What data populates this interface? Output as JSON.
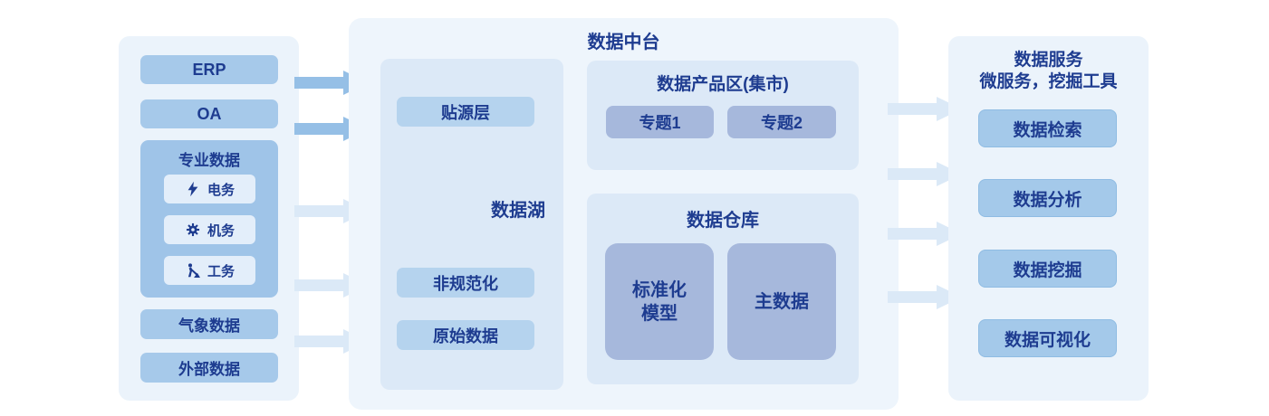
{
  "diagram_title": "数据中台",
  "colors": {
    "text_navy": "#1e3c90",
    "panel_bg": "#ebf3fb",
    "platform_bg": "#eef5fc",
    "subpanel_bg": "#dce9f7",
    "box_blue": "#a6c9ea",
    "box_lake_layer": "#b5d3ee",
    "group_bg": "#9fc4e8",
    "inner_box_bg": "#e3eefa",
    "box_periwinkle": "#a6b8dc",
    "service_box_bg": "#a4c9ea",
    "arrow_dark": "#95bfe6",
    "arrow_light": "#dbe9f7"
  },
  "sources": {
    "erp": "ERP",
    "oa": "OA",
    "group": {
      "title": "专业数据",
      "items": [
        {
          "label": "电务",
          "icon": "bolt-icon"
        },
        {
          "label": "机务",
          "icon": "gear-icon"
        },
        {
          "label": "工务",
          "icon": "worker-icon"
        }
      ]
    },
    "weather": "气象数据",
    "external": "外部数据"
  },
  "platform": {
    "title": "数据中台",
    "lake": {
      "title": "数据湖",
      "layers": [
        "贴源层",
        "非规范化",
        "原始数据"
      ]
    },
    "product_zone": {
      "title": "数据产品区(集市)",
      "topics": [
        "专题1",
        "专题2"
      ]
    },
    "warehouse": {
      "title": "数据仓库",
      "box1_line1": "标准化",
      "box1_line2": "模型",
      "box2": "主数据"
    }
  },
  "services": {
    "title_line1": "数据服务",
    "title_line2": "微服务，挖掘工具",
    "items": [
      "数据检索",
      "数据分析",
      "数据挖掘",
      "数据可视化"
    ]
  }
}
